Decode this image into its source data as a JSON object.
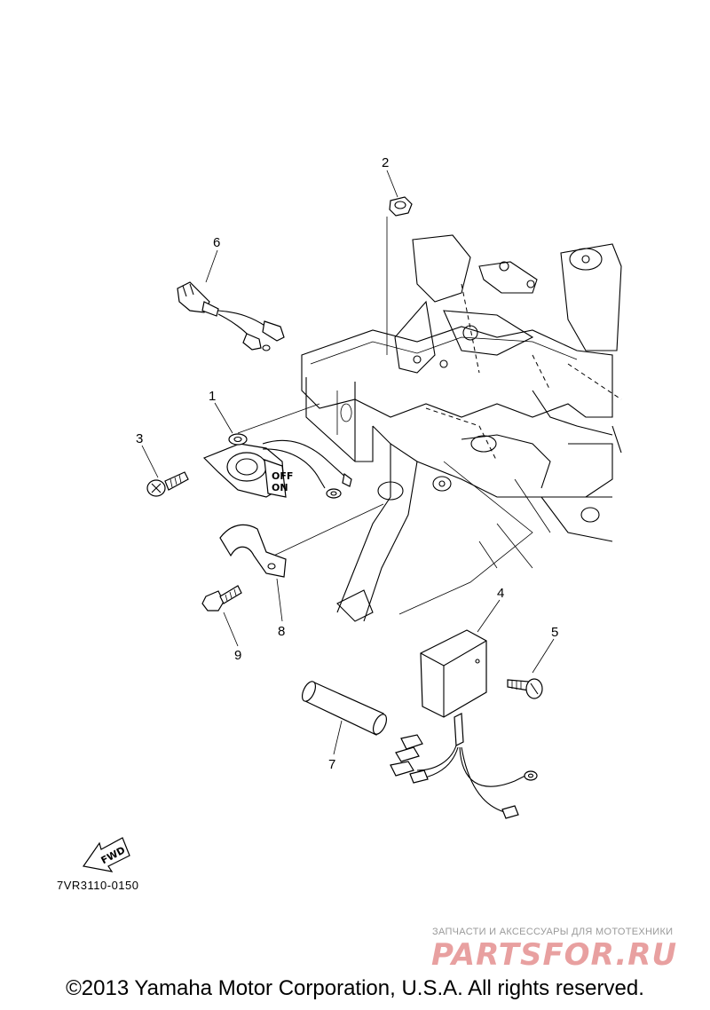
{
  "diagram": {
    "callouts": [
      "1",
      "2",
      "3",
      "4",
      "5",
      "6",
      "7",
      "8",
      "9"
    ],
    "part_code": "7VR3110-0150",
    "fwd_label": "FWD",
    "switch_labels": {
      "off": "OFF",
      "on": "ON"
    }
  },
  "watermark": {
    "line1": "ЗАПЧАСТИ И АКСЕССУАРЫ ДЛЯ МОТОТЕХНИКИ",
    "logo": "PARTSFOR.RU"
  },
  "footer": {
    "copyright": "©2013 Yamaha Motor Corporation, U.S.A. All rights reserved."
  }
}
